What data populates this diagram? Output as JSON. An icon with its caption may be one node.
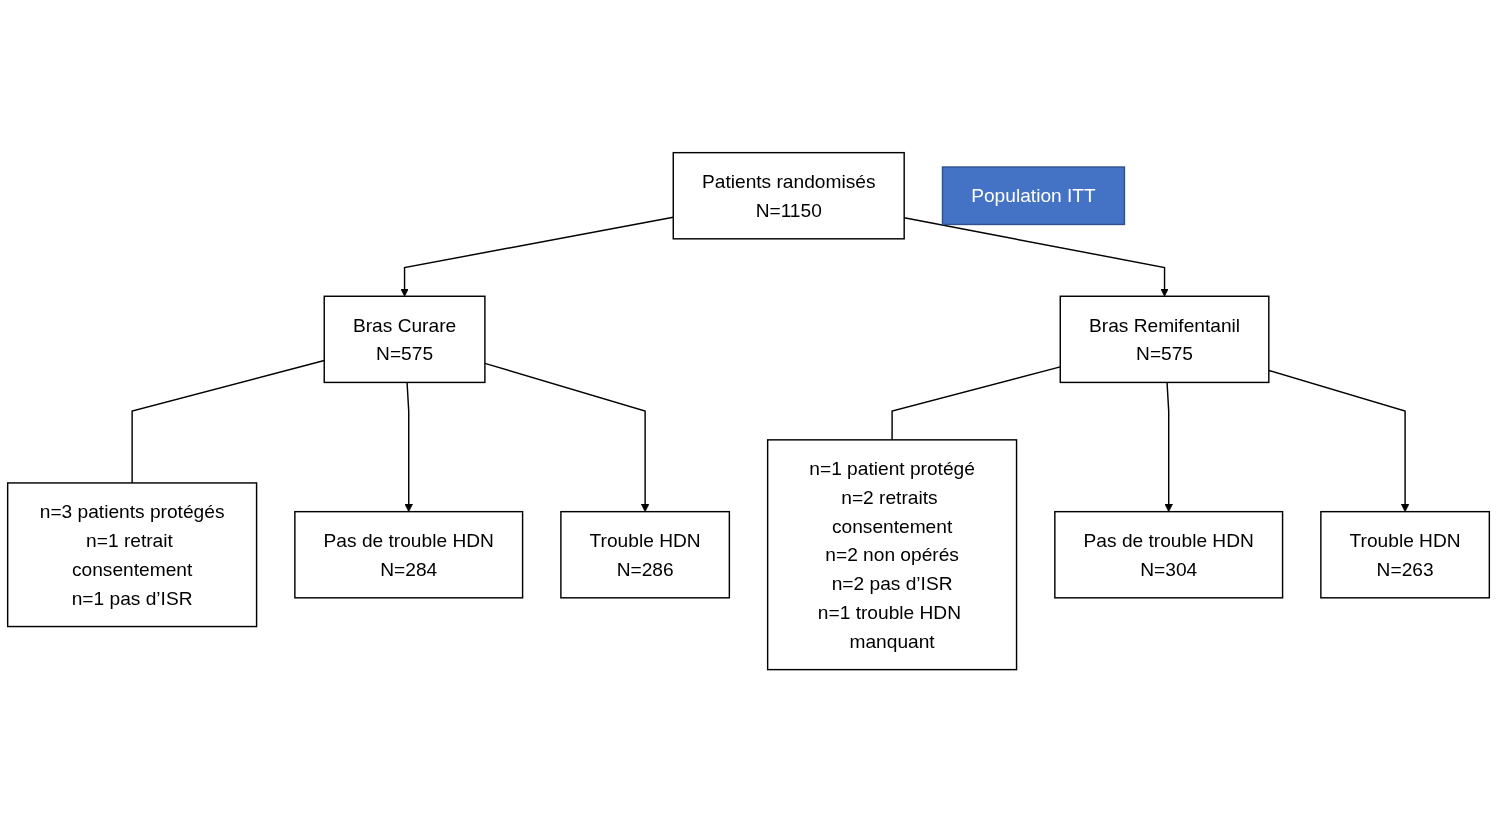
{
  "diagram": {
    "nodes": [
      {
        "text": [
          "Patients randomisés",
          "N=1150"
        ]
      },
      {
        "text": [
          "Population ITT"
        ]
      },
      {
        "text": [
          "Bras Curare",
          "N=575"
        ]
      },
      {
        "text": [
          "Bras Remifentanil",
          "N=575"
        ]
      },
      {
        "text": [
          "n=3 patients protégés",
          "n=1 retrait consentement",
          "n=1 pas d’ISR"
        ]
      },
      {
        "text": [
          "n=1 patient protégé",
          "n=2 retraits consentement",
          "n=2 non opérés",
          "n=2 pas d’ISR",
          "n=1 trouble HDN manquant"
        ]
      },
      {
        "text": [
          "Pas de trouble HDN",
          "N=284"
        ]
      },
      {
        "text": [
          "Trouble HDN",
          "N=286"
        ]
      },
      {
        "text": [
          "Pas de trouble HDN",
          "N=304"
        ]
      },
      {
        "text": [
          "Trouble HDN",
          "N=263"
        ]
      }
    ],
    "edges": [
      {
        "from": 0,
        "to": 2,
        "arrow": "to"
      },
      {
        "from": 0,
        "to": 3,
        "arrow": "to"
      },
      {
        "from": 2,
        "to": 4,
        "arrow": "none"
      },
      {
        "from": 3,
        "to": 5,
        "arrow": "none"
      },
      {
        "from": 2,
        "to": 6,
        "arrow": "to"
      },
      {
        "from": 2,
        "to": 7,
        "arrow": "to"
      },
      {
        "from": 3,
        "to": 8,
        "arrow": "to"
      },
      {
        "from": 3,
        "to": 9,
        "arrow": "to"
      }
    ]
  }
}
